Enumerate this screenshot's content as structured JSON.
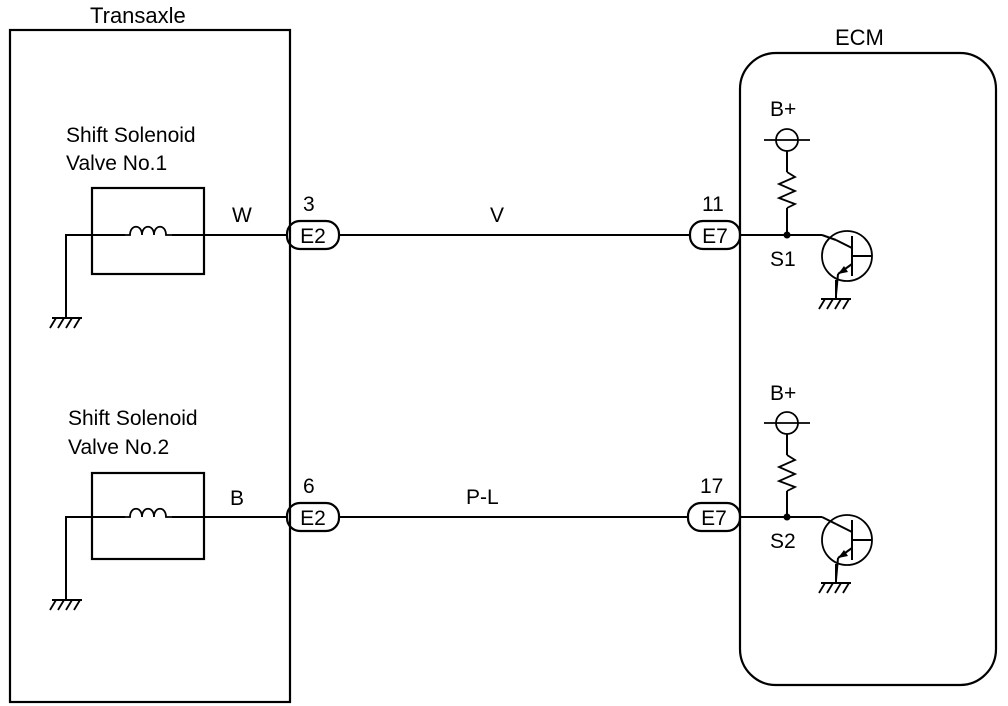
{
  "transaxle": {
    "title": "Transaxle"
  },
  "ecm": {
    "title": "ECM"
  },
  "solenoids": [
    {
      "line1": "Shift Solenoid",
      "line2": "Valve No.1",
      "wire_color": "W"
    },
    {
      "line1": "Shift Solenoid",
      "line2": "Valve No.2",
      "wire_color": "B"
    }
  ],
  "connectors": {
    "e2_top": {
      "code": "E2",
      "pin": "3"
    },
    "e2_bottom": {
      "code": "E2",
      "pin": "6"
    },
    "e7_top": {
      "code": "E7",
      "pin": "11"
    },
    "e7_bottom": {
      "code": "E7",
      "pin": "17"
    }
  },
  "wires": {
    "top": {
      "color": "V"
    },
    "bottom": {
      "color": "P-L"
    }
  },
  "ecm_circuits": [
    {
      "supply": "B+",
      "terminal": "S1"
    },
    {
      "supply": "B+",
      "terminal": "S2"
    }
  ]
}
